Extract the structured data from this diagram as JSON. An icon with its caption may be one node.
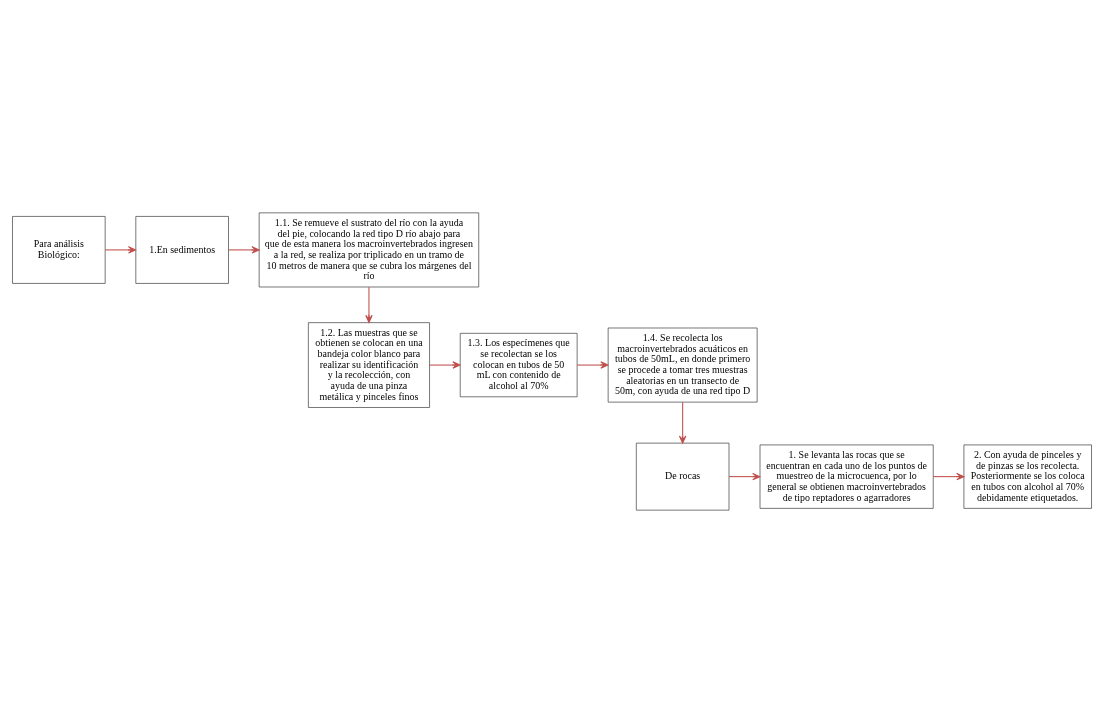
{
  "diagram": {
    "nodes": [
      {
        "text": [
          "Para análisis Biológico:"
        ]
      },
      {
        "text": [
          "1.En sedimentos"
        ]
      },
      {
        "text": [
          "1.1. Se remueve el sustrato del río con la ayuda del pie, colocando la red tipo D río abajo para que de esta manera los macroinvertebrados ingresen a la red, se realiza por triplicado en un tramo de 10 metros de manera que se cubra los márgenes del río"
        ]
      },
      {
        "text": [
          "1.2. Las muestras que se obtienen se colocan en una bandeja color blanco para realizar su identificación y la recolección, con ayuda de una pinza metálica y pinceles finos"
        ]
      },
      {
        "text": [
          "1.3. Los especímenes que se recolectan se los colocan en tubos de 50 mL con contenido de alcohol al 70%"
        ]
      },
      {
        "text": [
          "1.4. Se recolecta los macroinvertebrados acuáticos en tubos de 50mL, en donde primero se procede a tomar tres muestras aleatorias en un transecto de 50m, con ayuda de una red tipo D"
        ]
      },
      {
        "text": [
          "De rocas"
        ]
      },
      {
        "text": [
          "1. Se levanta las rocas que se encuentran en cada uno de los puntos de muestreo de la microcuenca, por lo general se obtienen macroinvertebrados de tipo reptadores o agarradores"
        ]
      },
      {
        "text": [
          "2. Con ayuda de pinceles y de pinzas se los recolecta. Posteriormente se los coloca en tubos con alcohol al 70% debidamente etiquetados."
        ]
      }
    ],
    "edges": [
      {
        "from": 0,
        "to": 1,
        "arrow": "to"
      },
      {
        "from": 1,
        "to": 2,
        "arrow": "to"
      },
      {
        "from": 2,
        "to": 3,
        "arrow": "to"
      },
      {
        "from": 3,
        "to": 4,
        "arrow": "to"
      },
      {
        "from": 4,
        "to": 5,
        "arrow": "to"
      },
      {
        "from": 5,
        "to": 6,
        "arrow": "to"
      },
      {
        "from": 6,
        "to": 7,
        "arrow": "to"
      },
      {
        "from": 7,
        "to": 8,
        "arrow": "to"
      }
    ]
  }
}
